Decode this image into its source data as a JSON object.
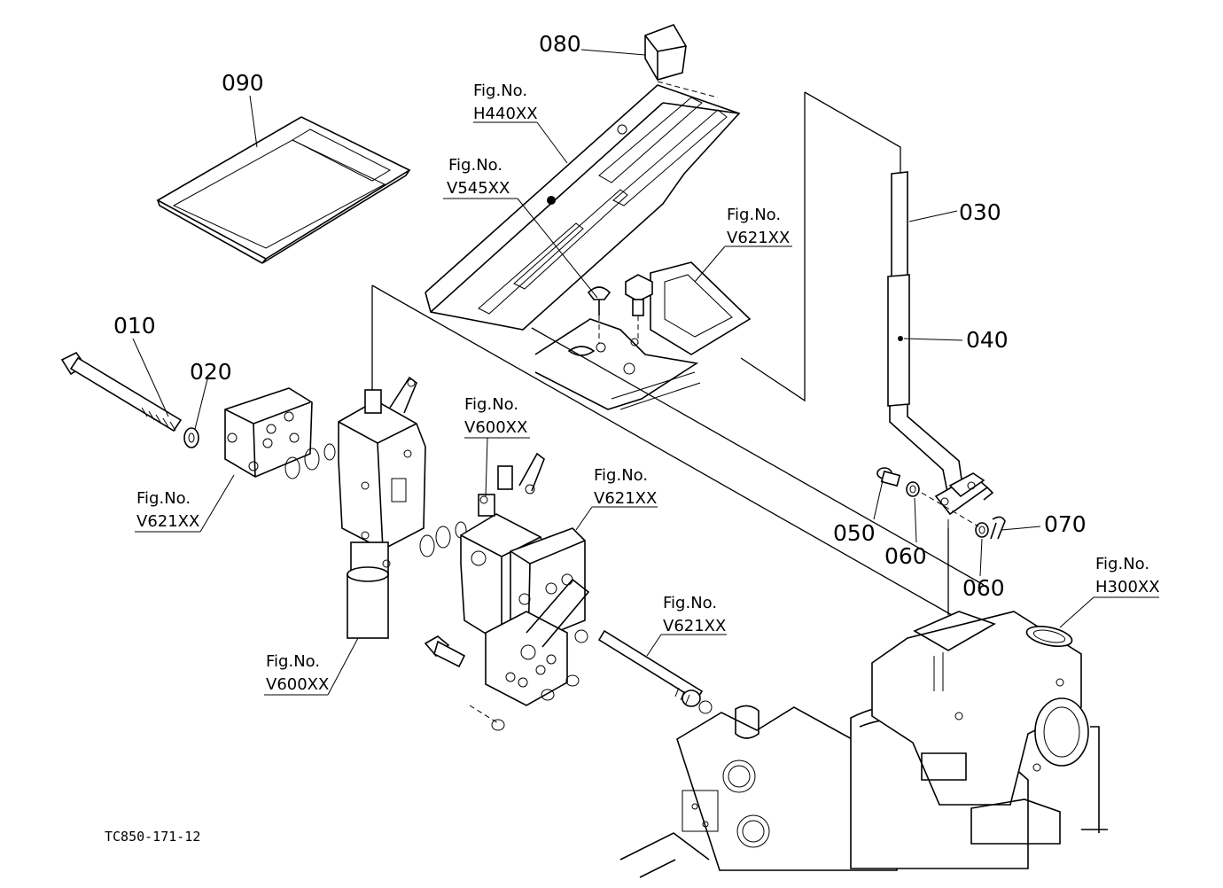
{
  "diagram": {
    "drawing_code": "TC850-171-12",
    "part_labels": [
      "010",
      "020",
      "030",
      "040",
      "050",
      "060",
      "060",
      "070",
      "080",
      "090"
    ],
    "fig_refs": {
      "label": "Fig.No.",
      "h440": "H440XX",
      "v545": "V545XX",
      "v621_top": "V621XX",
      "v600_mid": "V600XX",
      "v621_mid": "V621XX",
      "v621_left": "V621XX",
      "v600_low": "V600XX",
      "v621_low": "V621XX",
      "h300": "H300XX"
    },
    "colors": {
      "line": "#000000",
      "background": "#ffffff"
    }
  }
}
